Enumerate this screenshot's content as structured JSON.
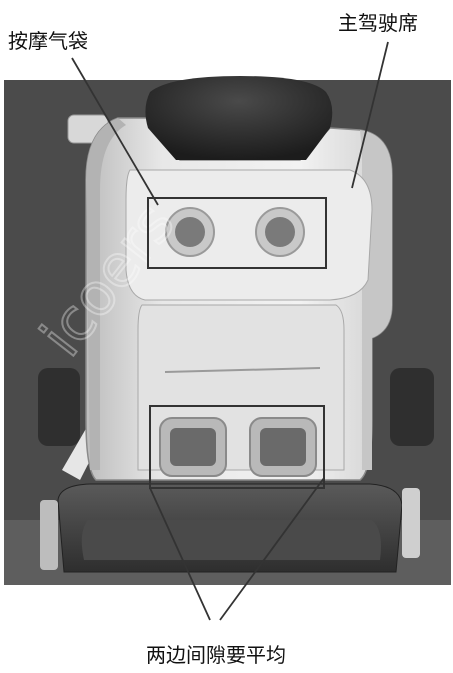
{
  "labels": {
    "massage_airbag": "按摩气袋",
    "driver_seat": "主驾驶席",
    "gap_note": "两边间隙要平均"
  },
  "watermark": "icoers",
  "colors": {
    "background": "#ffffff",
    "photo_backdrop": "#4a4a4a",
    "seat_light": "#e4e4e4",
    "seat_dark": "#3a3a3a",
    "annotation": "#333333"
  }
}
